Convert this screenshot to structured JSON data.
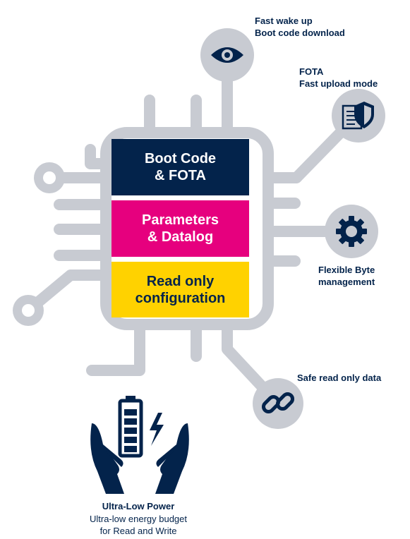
{
  "colors": {
    "trace": "#c8cbd2",
    "navy": "#03234b",
    "magenta": "#e6007e",
    "yellow": "#ffd200"
  },
  "blocks": {
    "boot": "Boot Code\n& FOTA",
    "parameters": "Parameters\n& Datalog",
    "read_only": "Read only\nconfiguration"
  },
  "features": {
    "wake": {
      "text": "Fast wake up\nBoot code download",
      "icon": "eye-icon"
    },
    "fota": {
      "text": "FOTA\nFast upload mode",
      "icon": "document-shield-icon"
    },
    "flexible": {
      "text": "Flexible Byte\nmanagement",
      "icon": "gear-icon"
    },
    "safe": {
      "text": "Safe read only data",
      "icon": "chain-link-icon"
    }
  },
  "power": {
    "title": "Ultra-Low Power",
    "subtitle": "Ultra-low energy budget\nfor Read and Write",
    "icon": "hands-battery-icon"
  }
}
